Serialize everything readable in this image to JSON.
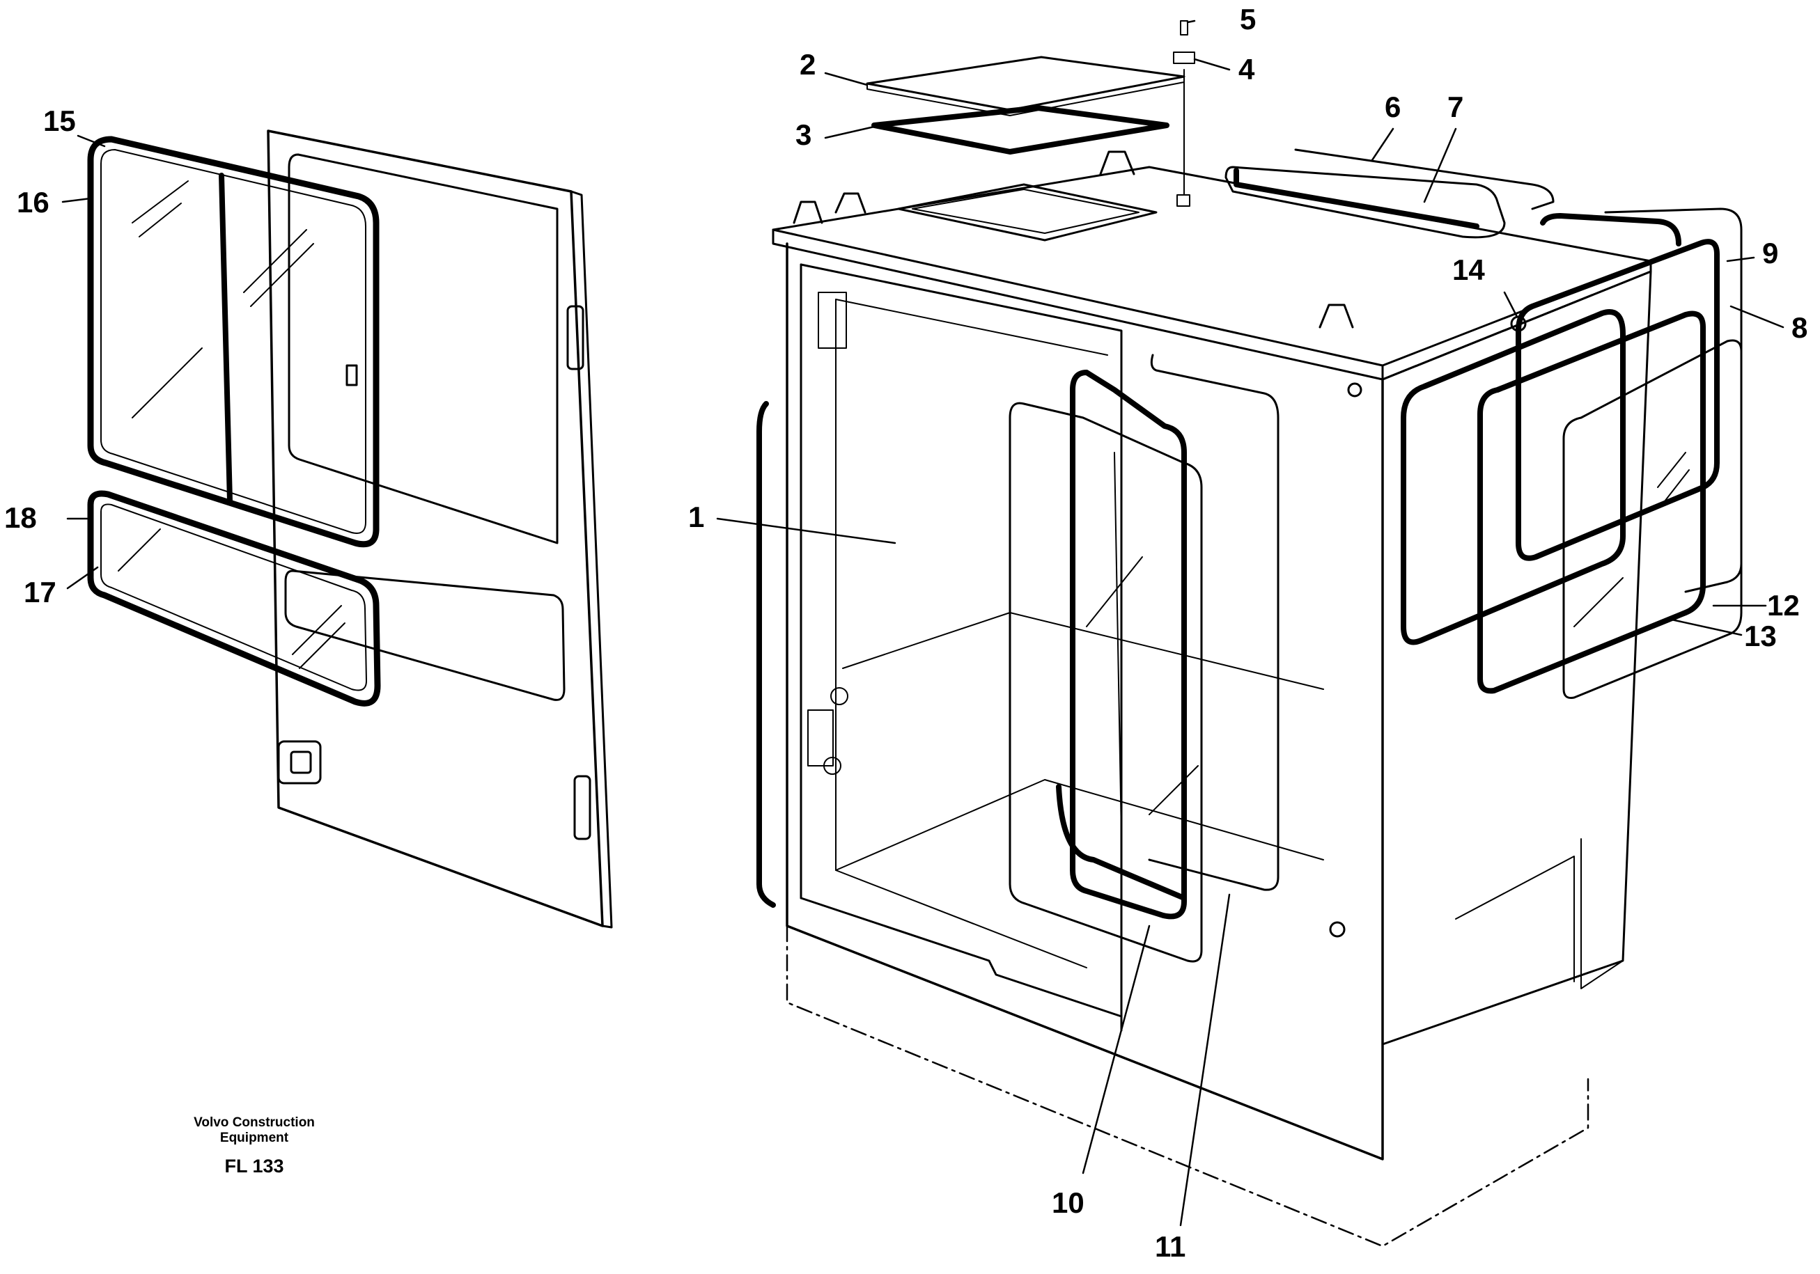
{
  "labels": {
    "n1": "1",
    "n2": "2",
    "n3": "3",
    "n4": "4",
    "n5": "5",
    "n6": "6",
    "n7": "7",
    "n8": "8",
    "n9": "9",
    "n10": "10",
    "n11": "11",
    "n12": "12",
    "n13": "13",
    "n14": "14",
    "n15": "15",
    "n16": "16",
    "n17": "17",
    "n18": "18"
  },
  "footer": {
    "maker_line1": "Volvo Construction",
    "maker_line2": "Equipment",
    "figure_id": "FL 133"
  }
}
